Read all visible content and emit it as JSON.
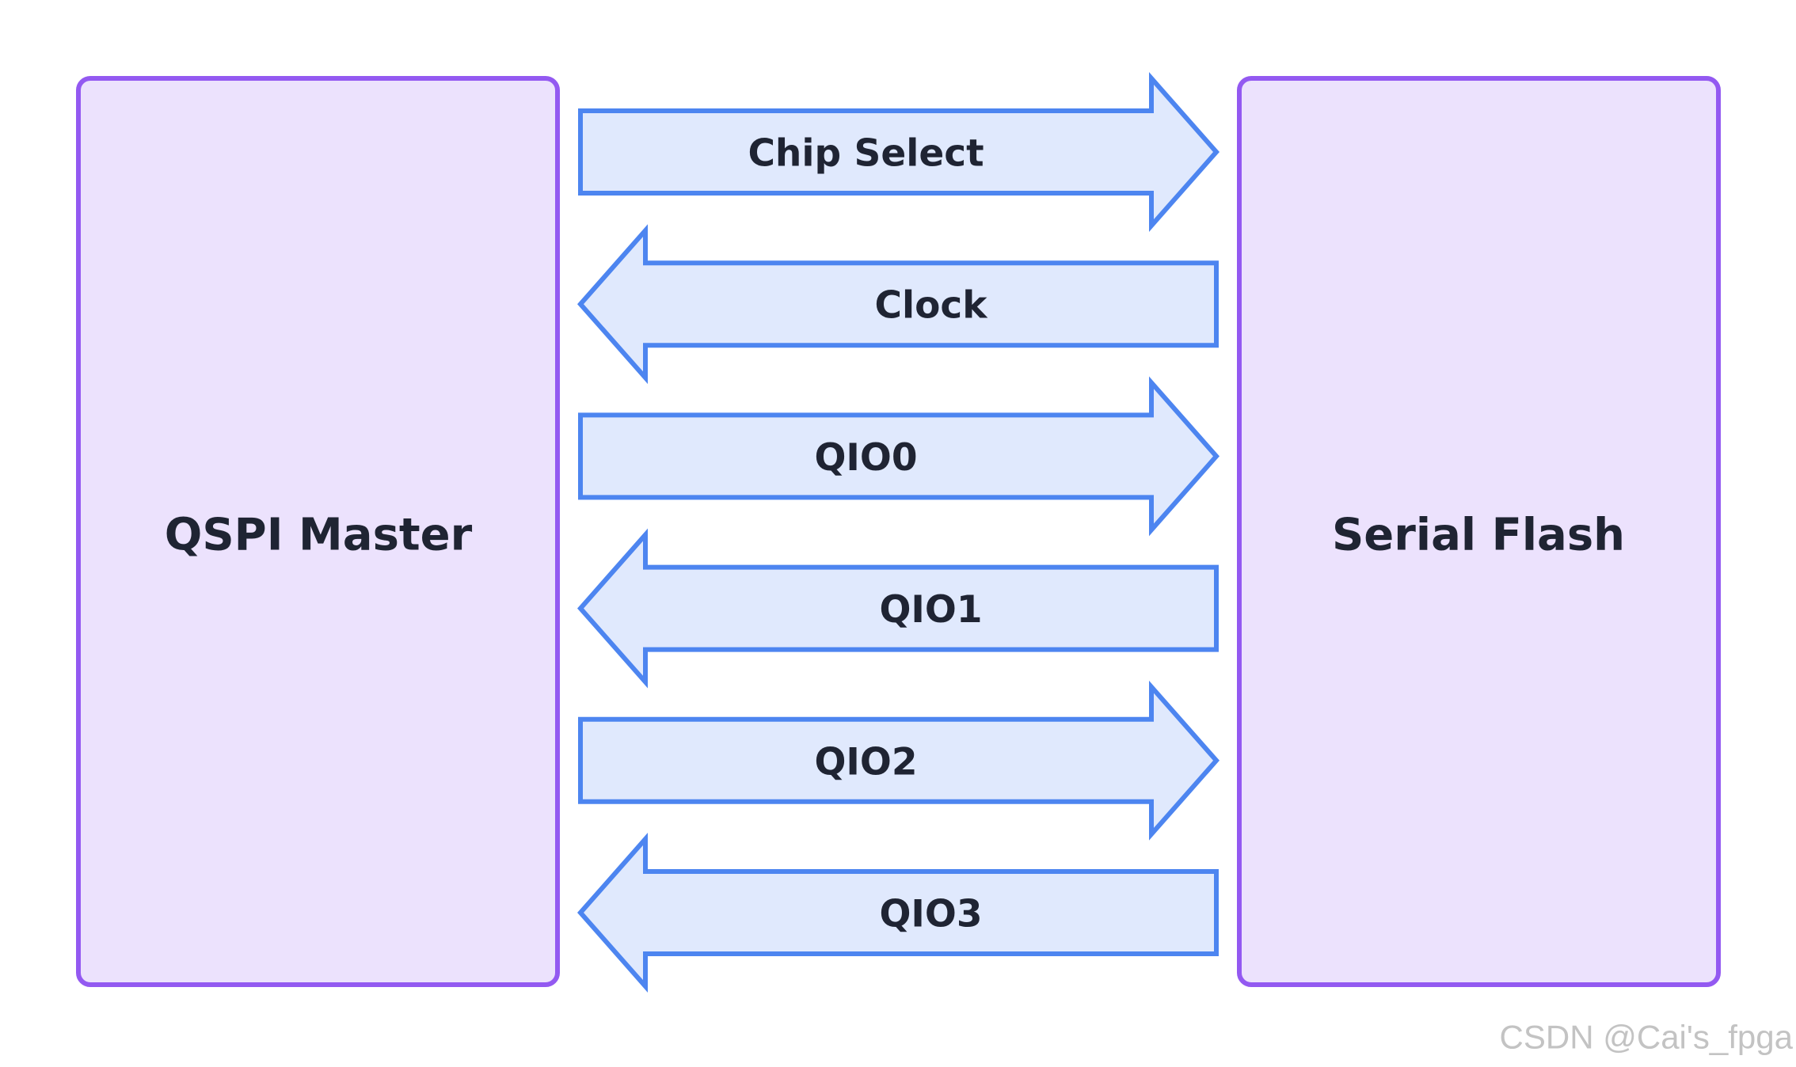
{
  "blocks": {
    "master": {
      "label": "QSPI Master"
    },
    "flash": {
      "label": "Serial Flash"
    }
  },
  "signals": [
    {
      "label": "Chip Select",
      "direction": "to-flash"
    },
    {
      "label": "Clock",
      "direction": "to-master"
    },
    {
      "label": "QIO0",
      "direction": "to-flash"
    },
    {
      "label": "QIO1",
      "direction": "to-master"
    },
    {
      "label": "QIO2",
      "direction": "to-flash"
    },
    {
      "label": "QIO3",
      "direction": "to-master"
    }
  ],
  "watermark": "CSDN @Cai's_fpga",
  "colors": {
    "block_fill": "#ece2fd",
    "block_stroke": "#9359f1",
    "arrow_fill": "#e0e9fd",
    "arrow_stroke": "#4d85f0",
    "text": "#1f2433",
    "watermark": "#c3c3c3"
  }
}
